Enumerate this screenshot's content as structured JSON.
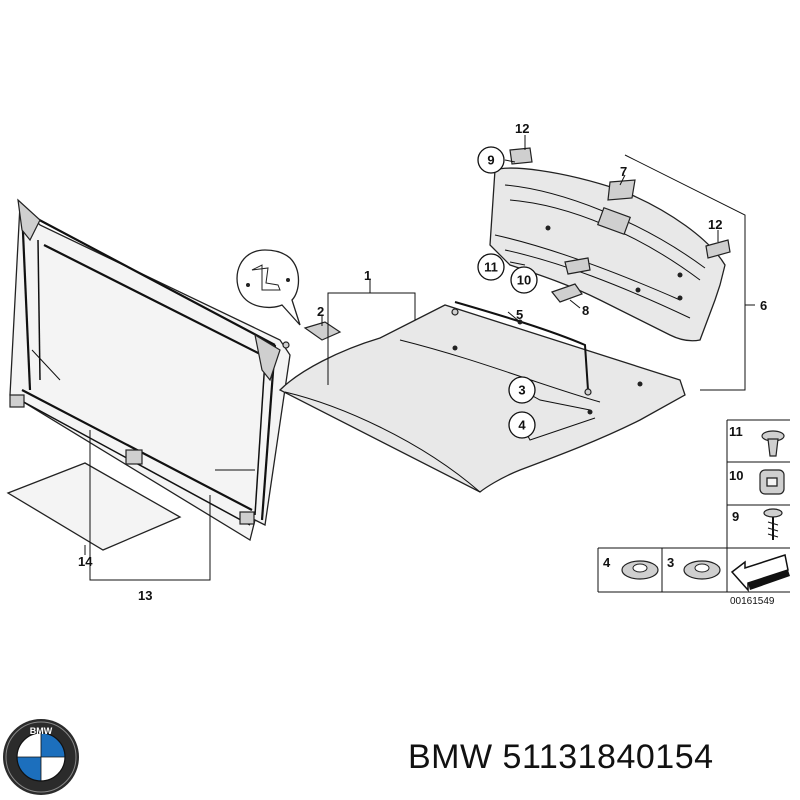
{
  "labels": {
    "l1": "1",
    "l2": "2",
    "l3": "3",
    "l4": "4",
    "l5": "5",
    "l6": "6",
    "l7": "7",
    "l8": "8",
    "l9": "9",
    "l10": "10",
    "l11": "11",
    "l12a": "12",
    "l12b": "12",
    "l13": "13",
    "l14": "14"
  },
  "legend": {
    "l11": "11",
    "l10": "10",
    "l9": "9",
    "l4": "4",
    "l3": "3"
  },
  "diagram_id": "00161549",
  "logo": {
    "text": "BMW"
  },
  "brand_line": "BMW 51131840154"
}
